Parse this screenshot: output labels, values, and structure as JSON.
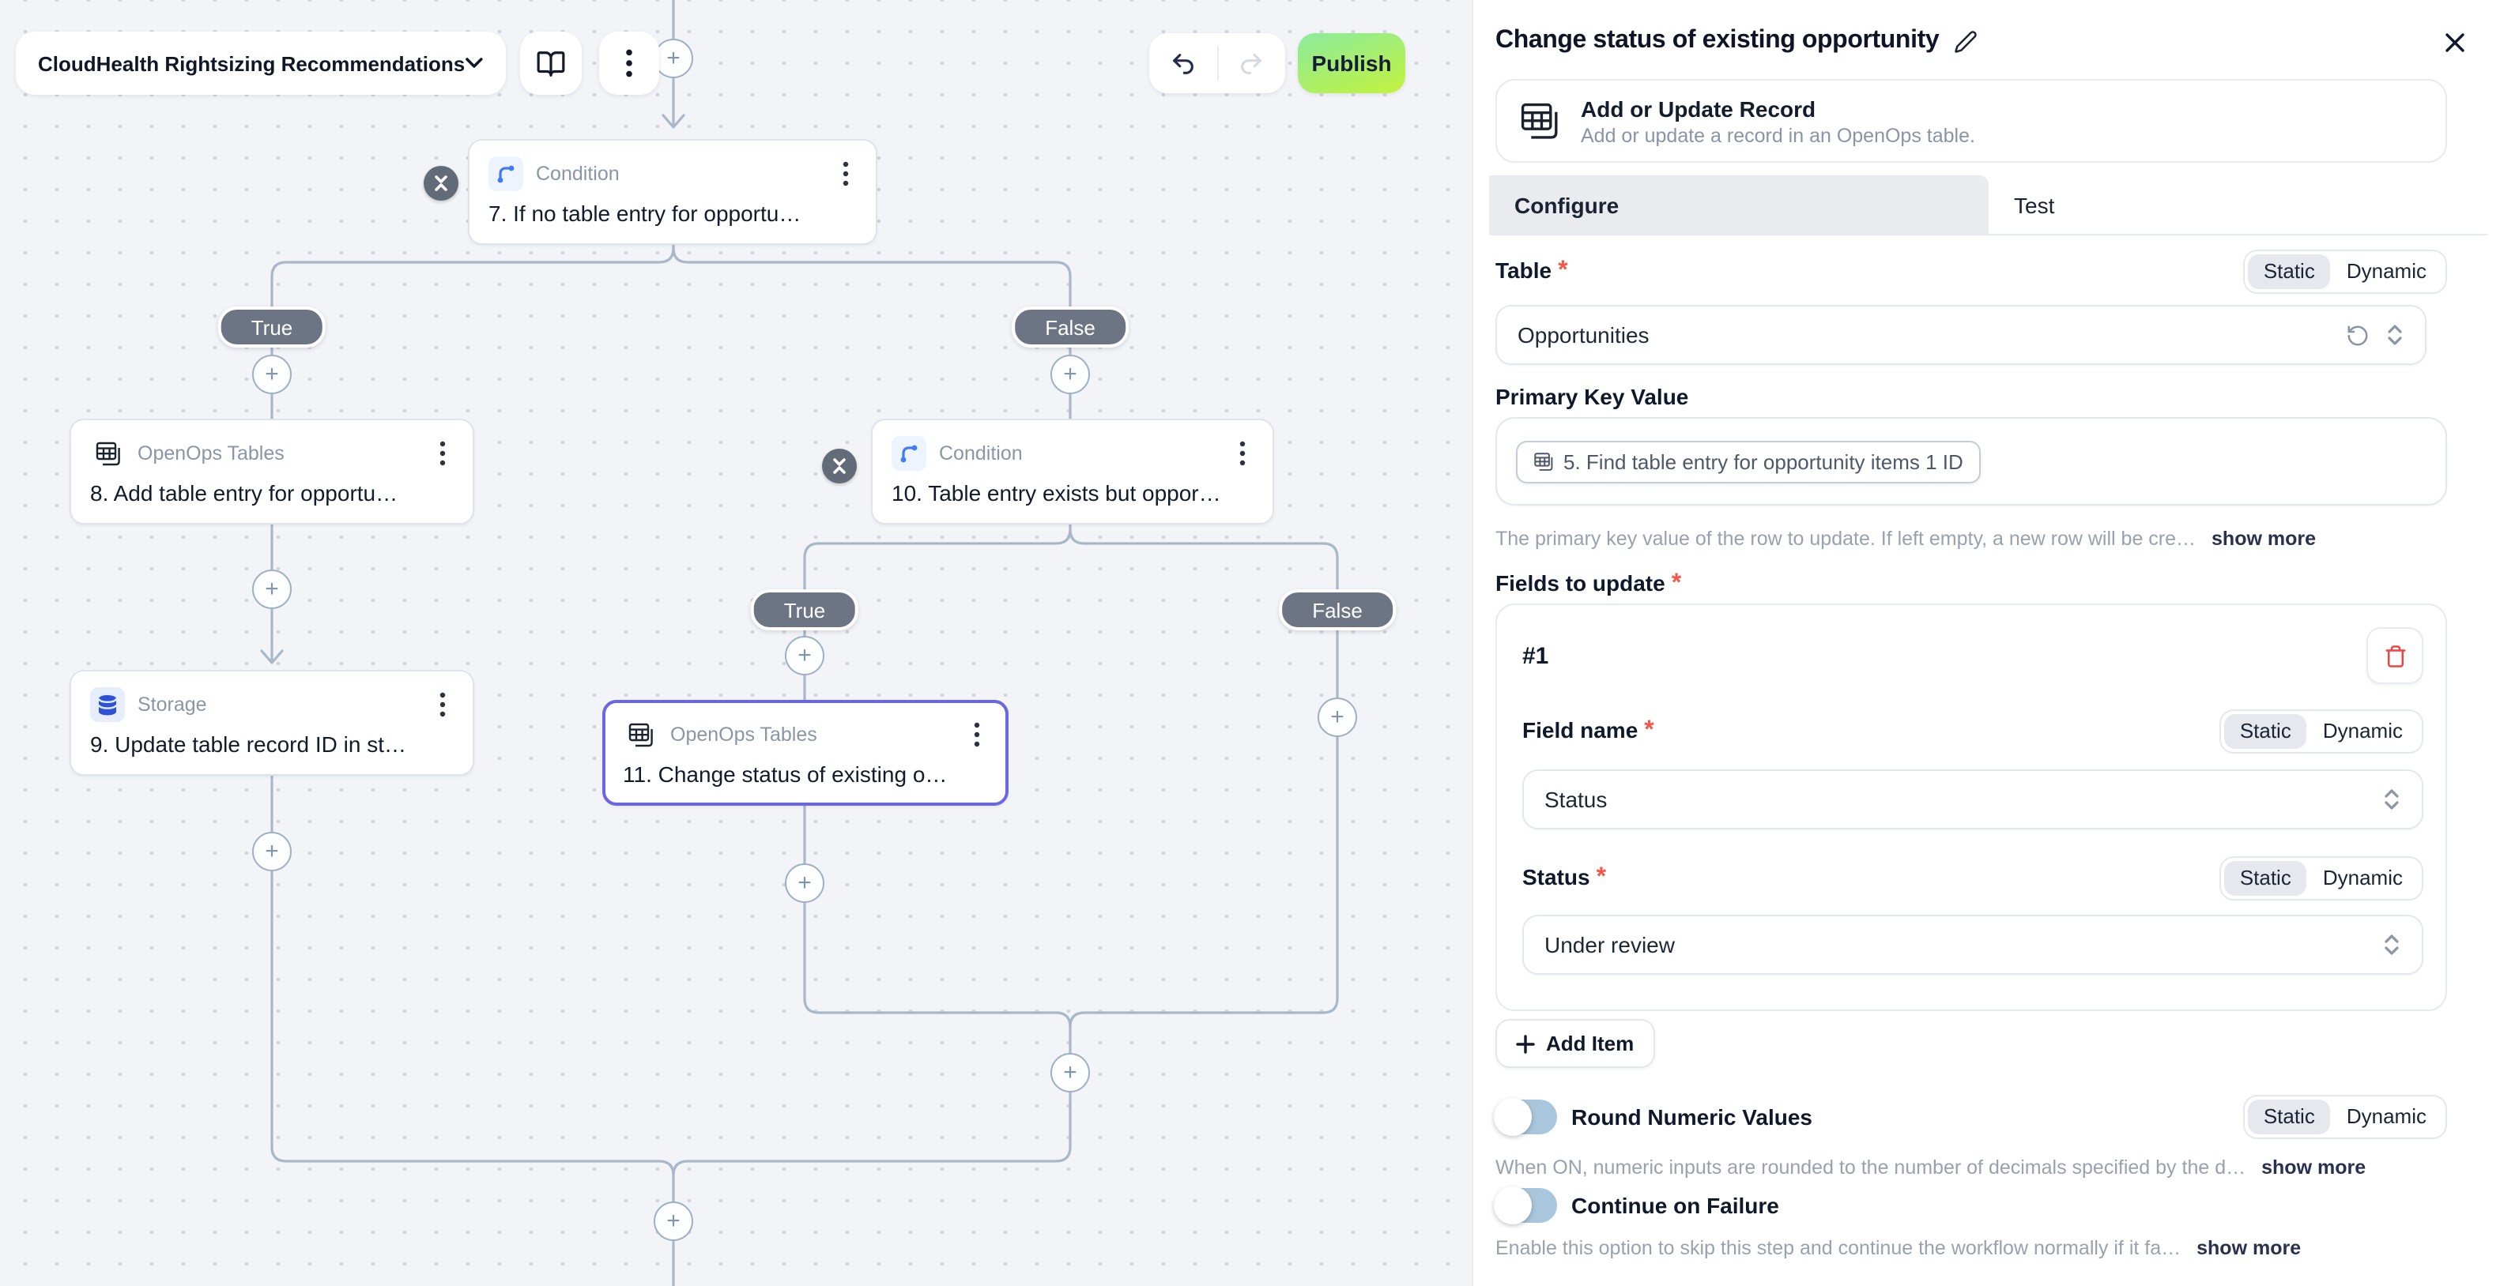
{
  "colors": {
    "accent_selected": "#6b66e1",
    "publish_gradient_start": "#8beb9e",
    "publish_gradient_end": "#c3f23c",
    "badge_bg": "#6d7483",
    "toggle_off_track": "#a9c6dd",
    "danger": "#ef4444",
    "link": "#2a3050",
    "edge": "#a9b7c9"
  },
  "toolbar": {
    "flow_name": "CloudHealth Rightsizing Recommendations",
    "publish_label": "Publish"
  },
  "canvas": {
    "branch_true": "True",
    "branch_false": "False",
    "nodes": [
      {
        "kind": "Condition",
        "title": "7. If no table entry for opportu…"
      },
      {
        "kind": "OpenOps Tables",
        "title": "8. Add table entry for opportu…"
      },
      {
        "kind": "Condition",
        "title": "10. Table entry exists but oppor…"
      },
      {
        "kind": "Storage",
        "title": "9. Update table record ID in st…"
      },
      {
        "kind": "OpenOps Tables",
        "title": "11. Change status of existing o…"
      }
    ]
  },
  "panel": {
    "title": "Change status of existing opportunity",
    "action_name": "Add or Update Record",
    "action_description": "Add or update a record in an OpenOps table.",
    "tabs": {
      "configure": "Configure",
      "test": "Test"
    },
    "mode": {
      "static": "Static",
      "dynamic": "Dynamic"
    },
    "show_more": "show more",
    "table": {
      "label": "Table",
      "value": "Opportunities"
    },
    "primary_key": {
      "label": "Primary Key Value",
      "chip": "5. Find table entry for opportunity items 1 ID",
      "helper": "The primary key value of the row to update. If left empty, a new row will be cre…"
    },
    "fields": {
      "label": "Fields to update",
      "item": "#1",
      "field_name_label": "Field name",
      "field_name_value": "Status",
      "status_label": "Status",
      "status_value": "Under review"
    },
    "add_item": "Add Item",
    "round_numeric": {
      "label": "Round Numeric Values",
      "helper": "When ON, numeric inputs are rounded to the number of decimals specified by the d…"
    },
    "continue_on_failure": {
      "label": "Continue on Failure",
      "helper": "Enable this option to skip this step and continue the workflow normally if it fa…"
    }
  }
}
